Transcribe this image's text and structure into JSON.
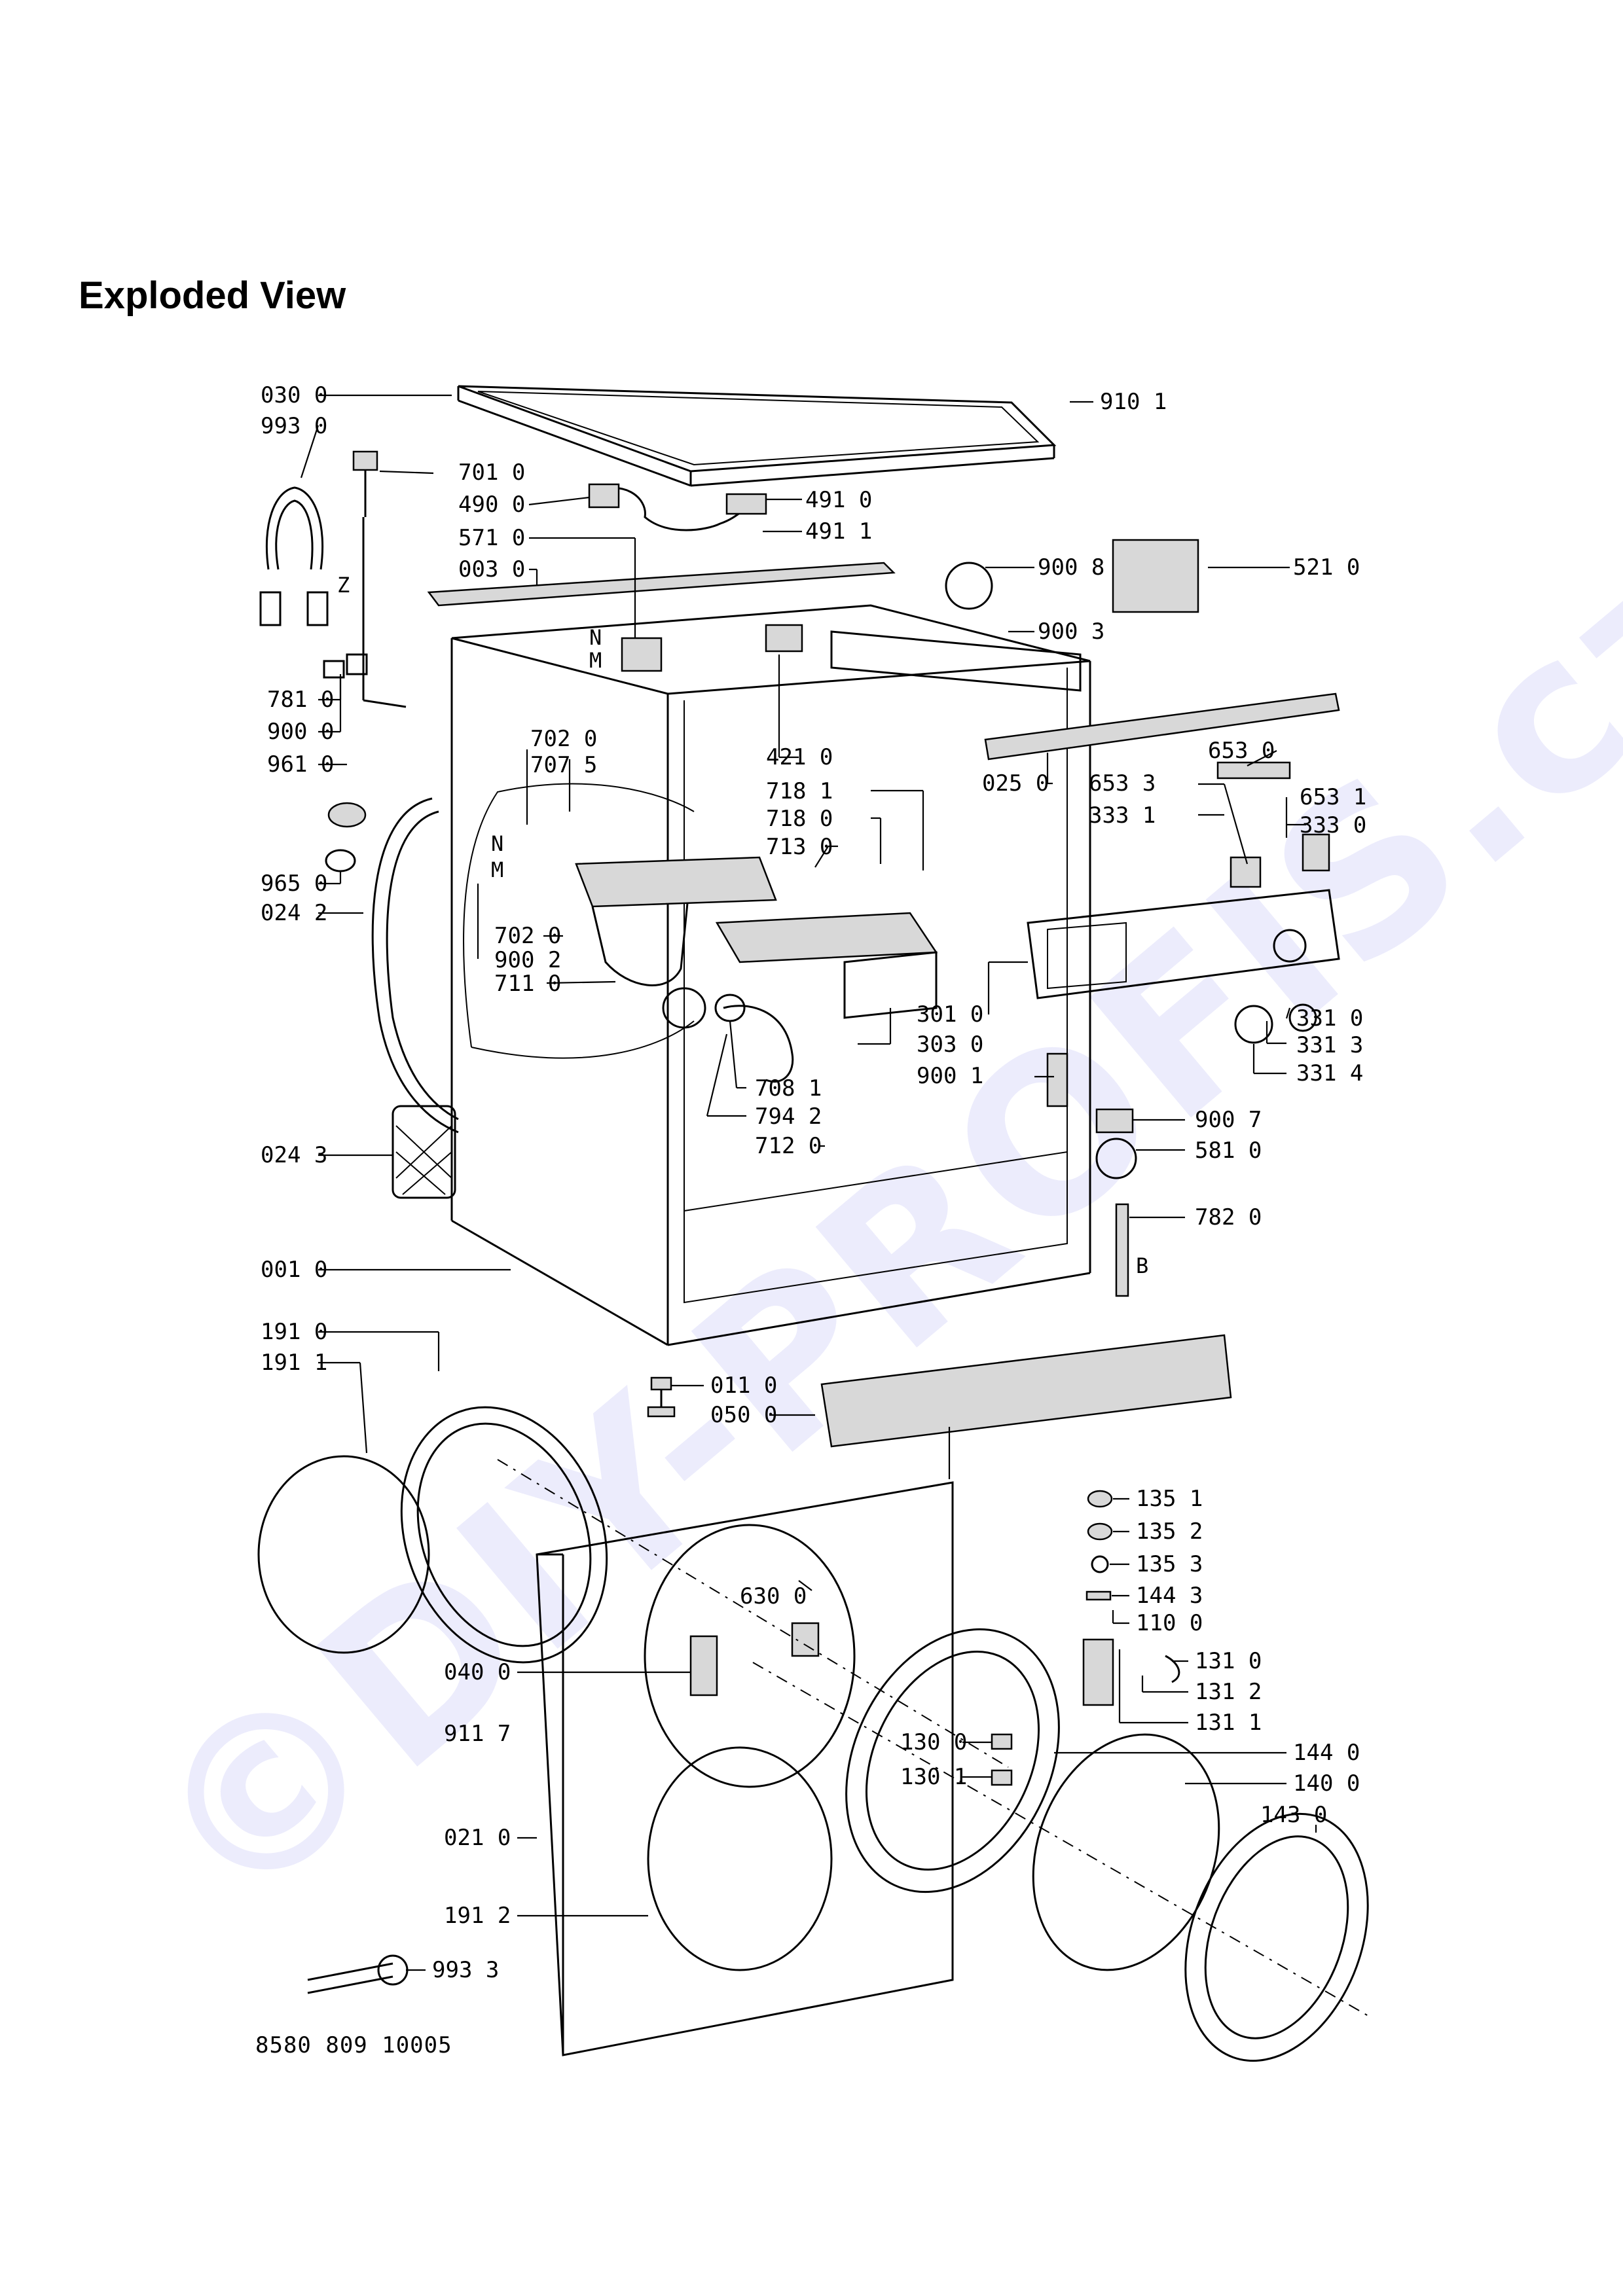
{
  "title": "Exploded View",
  "watermark": "©DIY-PROFIS.cz",
  "document_number": "8580 809 10005",
  "letters": {
    "n1": "N",
    "m1": "M",
    "n2": "N",
    "m2": "M",
    "z": "Z",
    "b": "B"
  },
  "labels": {
    "p0300": "030 0",
    "p9930": "993 0",
    "p7010": "701 0",
    "p4900": "490 0",
    "p5710": "571 0",
    "p0030": "003 0",
    "p7810": "781 0",
    "p9000": "900 0",
    "p9610": "961 0",
    "p9101": "910 1",
    "p4910": "491 0",
    "p4911": "491 1",
    "p9008": "900 8",
    "p5210": "521 0",
    "p9003": "900 3",
    "p4210": "421 0",
    "p7020a": "702 0",
    "p7075": "707 5",
    "p7181": "718 1",
    "p7180": "718 0",
    "p7130": "713 0",
    "p0250": "025 0",
    "p6530": "653 0",
    "p6533": "653 3",
    "p3331": "333 1",
    "p6531": "653 1",
    "p3330": "333 0",
    "p9650": "965 0",
    "p0242": "024 2",
    "p7020b": "702 0",
    "p9002": "900 2",
    "p7110": "711 0",
    "p3010": "301 0",
    "p3030": "303 0",
    "p9001": "900 1",
    "p3310": "331 0",
    "p3313": "331 3",
    "p3314": "331 4",
    "p7081": "708 1",
    "p7942": "794 2",
    "p7120": "712 0",
    "p9007": "900 7",
    "p5810": "581 0",
    "p0243": "024 3",
    "p7820": "782 0",
    "p0010": "001 0",
    "p1910": "191 0",
    "p1911": "191 1",
    "p0110": "011 0",
    "p0500": "050 0",
    "p1351": "135 1",
    "p1352": "135 2",
    "p1353": "135 3",
    "p1443": "144 3",
    "p1100": "110 0",
    "p6300": "630 0",
    "p0400": "040 0",
    "p1310": "131 0",
    "p1312": "131 2",
    "p1311": "131 1",
    "p9117": "911 7",
    "p1300": "130 0",
    "p1440": "144 0",
    "p1301": "130 1",
    "p1400": "140 0",
    "p1430": "143 0",
    "p0210": "021 0",
    "p1912": "191 2",
    "p9933": "993 3"
  }
}
